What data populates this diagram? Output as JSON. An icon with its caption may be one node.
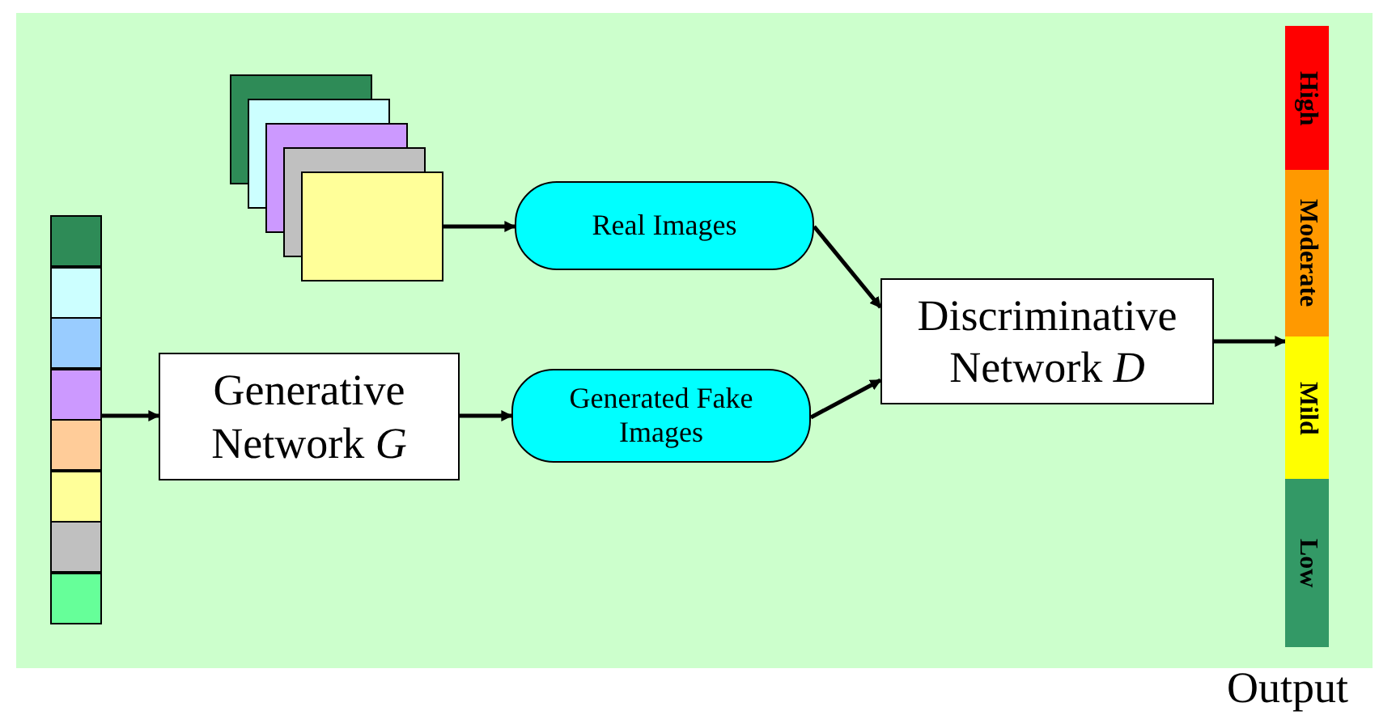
{
  "diagram": {
    "nodes": [
      {
        "text": [],
        "shape": "bar"
      },
      {
        "text": [],
        "shape": "box"
      },
      {
        "text": [
          "Real Images"
        ]
      },
      {
        "text": [
          "Generative Network *G*"
        ]
      },
      {
        "text": [
          "Generated Fake Images"
        ]
      },
      {
        "text": [
          "Discriminative Network *D*"
        ]
      },
      {
        "text": [
          "High",
          "Moderate",
          "Mild",
          "Low"
        ],
        "beside": [
          "Output"
        ]
      }
    ],
    "edges": [
      {
        "from": 1,
        "to": 2,
        "arrow": "to"
      },
      {
        "from": 0,
        "to": 3,
        "arrow": "to"
      },
      {
        "from": 3,
        "to": 4,
        "arrow": "to"
      },
      {
        "from": 2,
        "to": 5,
        "arrow": "to"
      },
      {
        "from": 4,
        "to": 5,
        "arrow": "to"
      },
      {
        "from": 5,
        "to": 6,
        "arrow": "to"
      }
    ]
  }
}
